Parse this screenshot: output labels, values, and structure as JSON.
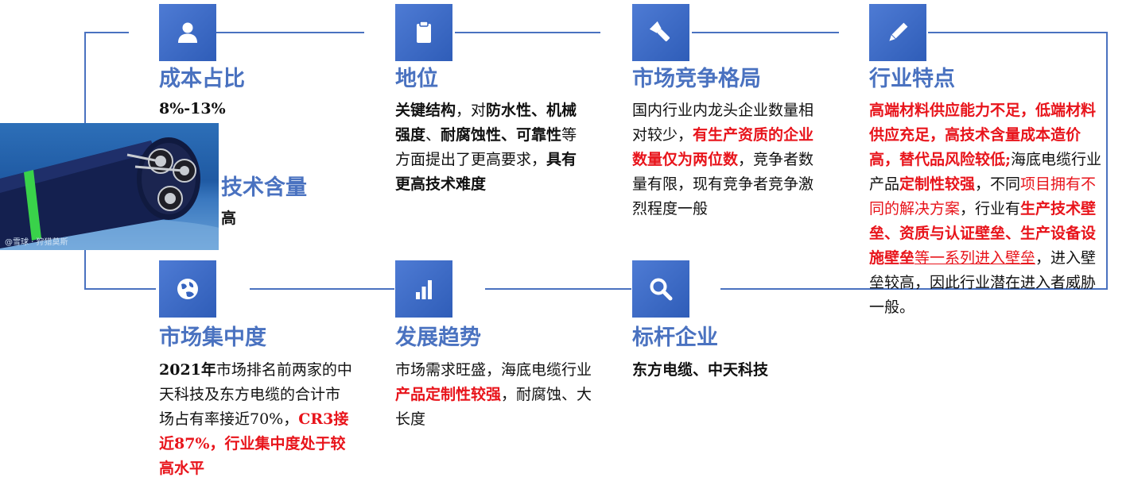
{
  "nodes": {
    "cost_ratio": {
      "title": "成本占比",
      "text": "8%-13%",
      "icon": "user-icon"
    },
    "tech_content": {
      "title": "技术含量",
      "text": "高"
    },
    "position": {
      "title": "地位",
      "icon": "clipboard-icon",
      "text_parts": [
        "关键结构",
        "，对",
        "防水性、",
        "机械强度",
        "、",
        "耐腐蚀性、",
        "可靠性",
        "等方面提出了更高要求，",
        "具有更高技术难度"
      ]
    },
    "competition": {
      "title": "市场竞争格局",
      "icon": "flashlight-icon",
      "text_parts": [
        "国内行业内龙头企业数量相对较少，",
        "有生产资质的企业数量仅为两位数",
        "，竞争者数量有限，现有竞争者竞争激烈程度一般"
      ]
    },
    "features": {
      "title": "行业特点",
      "icon": "pencil-icon",
      "text_parts": [
        "高端材料供应能力不足，低端材料供应充足，高技术含量成本造价高，替代品风险较低;",
        "海底电缆行业产品",
        "定制性较强",
        "，不同",
        "项目拥有不同的解决方案",
        "，行业有",
        "生产技术壁垒、资质与认证壁垒、生产设备设施壁垒",
        "等一系列进入壁垒",
        "，进入壁垒较高，因此行业潜在进入者威胁一般。"
      ]
    },
    "concentration": {
      "title": "市场集中度",
      "icon": "globe-icon",
      "text_parts": [
        "2021年",
        "市场排名前两家的中天科技及东方电缆的合计市场占有率接近70%，",
        "CR3接近87%，行业集中度处于较高水平"
      ]
    },
    "trend": {
      "title": "发展趋势",
      "icon": "bar-chart-icon",
      "text_parts": [
        "市场需求旺盛，海底电缆行业",
        "产品定制性较强",
        "，耐腐蚀、大长度"
      ]
    },
    "benchmark": {
      "title": "标杆企业",
      "icon": "magnifier-icon",
      "text": "东方电缆、中天科技"
    }
  },
  "photo": {
    "watermark": "@雪球 · 狩猎莫斯",
    "colors": {
      "cable": "#14204f",
      "band": "#39d24a",
      "copper": "#c8ccd2"
    }
  },
  "colors": {
    "accent": "#4a72c0",
    "tile": "#3563bf",
    "highlight": "#e8141b"
  }
}
